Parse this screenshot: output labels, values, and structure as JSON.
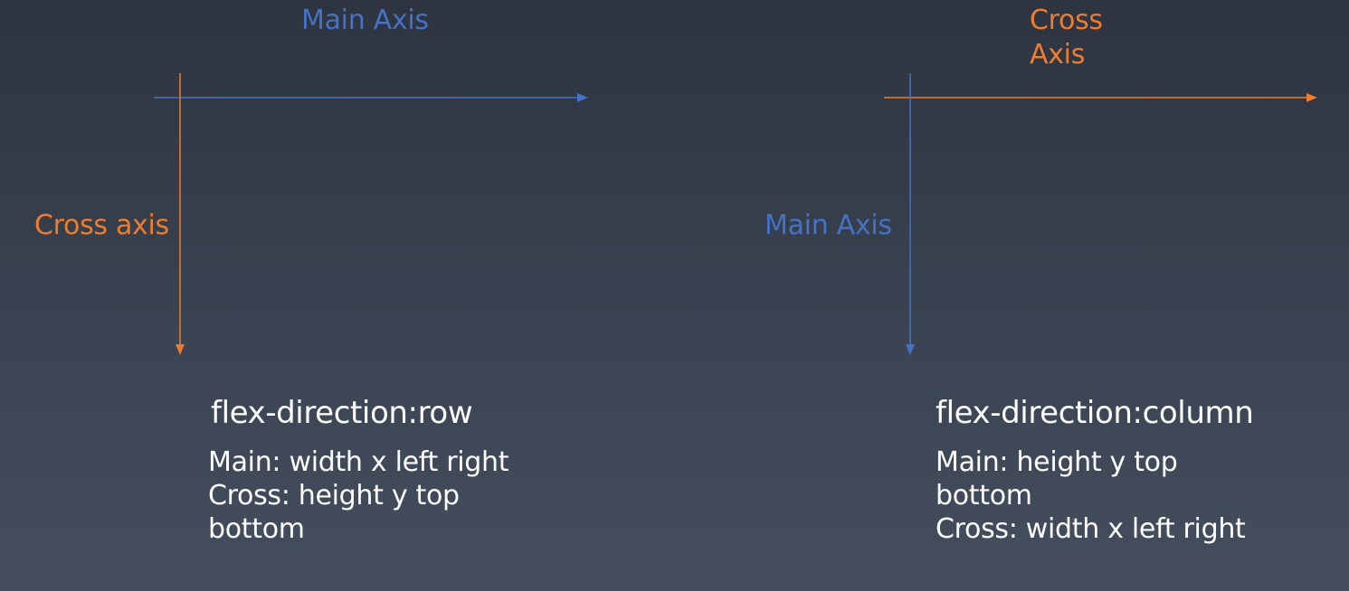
{
  "colors": {
    "main_axis": "#4472c4",
    "cross_axis": "#ed7d31",
    "text": "#ffffff"
  },
  "row_diagram": {
    "horizontal_label": "Main Axis",
    "vertical_label": "Cross axis",
    "title": "flex-direction:row",
    "lines": [
      "Main: width x left right",
      "Cross: height y top",
      "bottom"
    ]
  },
  "column_diagram": {
    "horizontal_label": [
      "Cross",
      "Axis"
    ],
    "vertical_label": "Main Axis",
    "title": "flex-direction:column",
    "lines": [
      "Main: height y top",
      "bottom",
      "Cross: width x left right"
    ]
  }
}
